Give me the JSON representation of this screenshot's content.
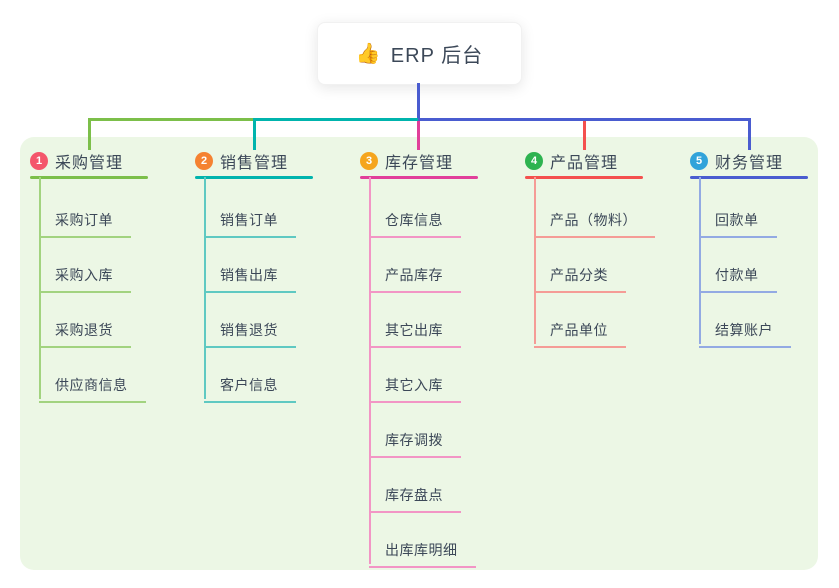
{
  "root": {
    "icon": "👍",
    "label": "ERP 后台"
  },
  "branches": [
    {
      "number": "1",
      "title": "采购管理",
      "badge_color": "#f4566b",
      "line_color": "#7cbf4a",
      "child_line_color": "#a2d37f",
      "children": [
        "采购订单",
        "采购入库",
        "采购退货",
        "供应商信息"
      ]
    },
    {
      "number": "2",
      "title": "销售管理",
      "badge_color": "#f58231",
      "line_color": "#00b4ad",
      "child_line_color": "#5fc9c2",
      "children": [
        "销售订单",
        "销售出库",
        "销售退货",
        "客户信息"
      ]
    },
    {
      "number": "3",
      "title": "库存管理",
      "badge_color": "#f5a51d",
      "line_color": "#e13f9a",
      "child_line_color": "#f295c5",
      "children": [
        "仓库信息",
        "产品库存",
        "其它出库",
        "其它入库",
        "库存调拨",
        "库存盘点",
        "出库库明细"
      ]
    },
    {
      "number": "4",
      "title": "产品管理",
      "badge_color": "#2eb350",
      "line_color": "#f4504e",
      "child_line_color": "#f59c96",
      "children": [
        "产品（物料）",
        "产品分类",
        "产品单位"
      ]
    },
    {
      "number": "5",
      "title": "财务管理",
      "badge_color": "#31a3da",
      "line_color": "#4a5cd0",
      "child_line_color": "#93aae3",
      "children": [
        "回款单",
        "付款单",
        "结算账户"
      ]
    }
  ],
  "colors": {
    "canvas_bg": "#ffffff",
    "panel_bg": "#ecf7e5",
    "root_line": "#4a5cd0",
    "text": "#3c4858"
  }
}
